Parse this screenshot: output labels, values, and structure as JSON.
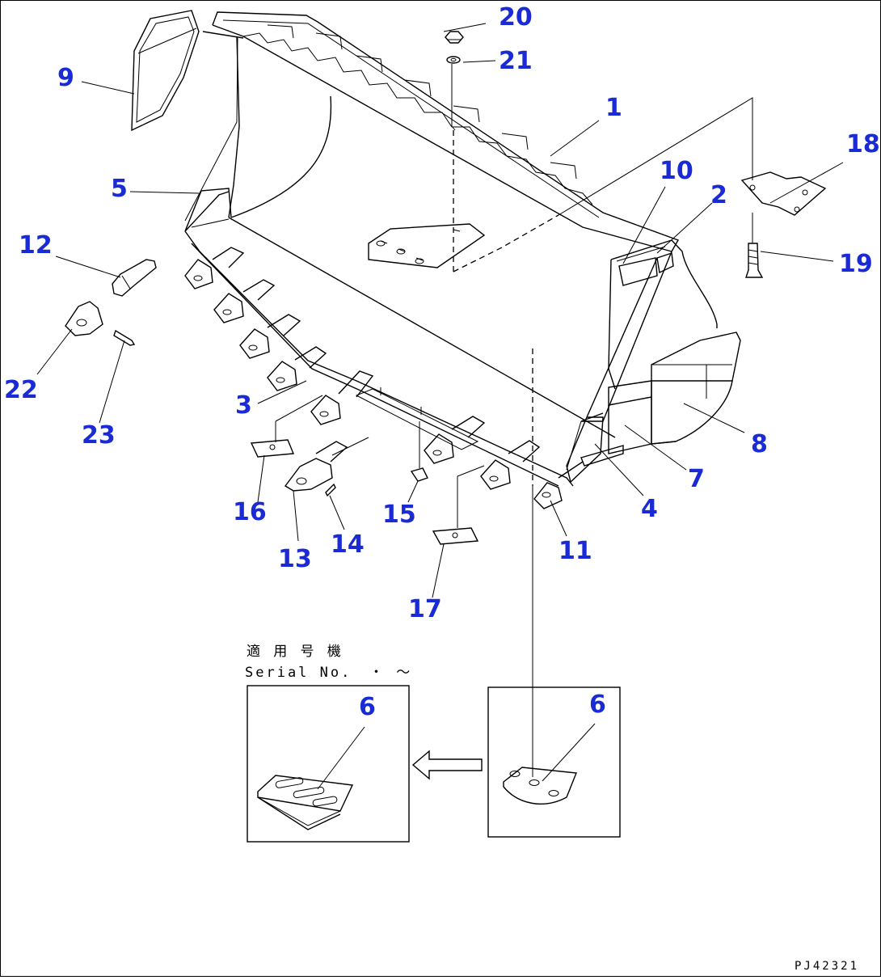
{
  "callouts": [
    {
      "id": "c1",
      "text": "1"
    },
    {
      "id": "c2",
      "text": "2"
    },
    {
      "id": "c3",
      "text": "3"
    },
    {
      "id": "c4",
      "text": "4"
    },
    {
      "id": "c5",
      "text": "5"
    },
    {
      "id": "c6a",
      "text": "6"
    },
    {
      "id": "c6b",
      "text": "6"
    },
    {
      "id": "c7",
      "text": "7"
    },
    {
      "id": "c8",
      "text": "8"
    },
    {
      "id": "c9",
      "text": "9"
    },
    {
      "id": "c10",
      "text": "10"
    },
    {
      "id": "c11",
      "text": "11"
    },
    {
      "id": "c12",
      "text": "12"
    },
    {
      "id": "c13",
      "text": "13"
    },
    {
      "id": "c14",
      "text": "14"
    },
    {
      "id": "c15",
      "text": "15"
    },
    {
      "id": "c16",
      "text": "16"
    },
    {
      "id": "c17",
      "text": "17"
    },
    {
      "id": "c18",
      "text": "18"
    },
    {
      "id": "c19",
      "text": "19"
    },
    {
      "id": "c20",
      "text": "20"
    },
    {
      "id": "c21",
      "text": "21"
    },
    {
      "id": "c22",
      "text": "22"
    },
    {
      "id": "c23",
      "text": "23"
    }
  ],
  "serial": {
    "label_jp": "適 用 号 機",
    "label_en": "Serial No.",
    "range": "・ 〜"
  },
  "figure_code": "PJ42321",
  "colors": {
    "callout": "#1a2bd6",
    "line": "#000000"
  }
}
